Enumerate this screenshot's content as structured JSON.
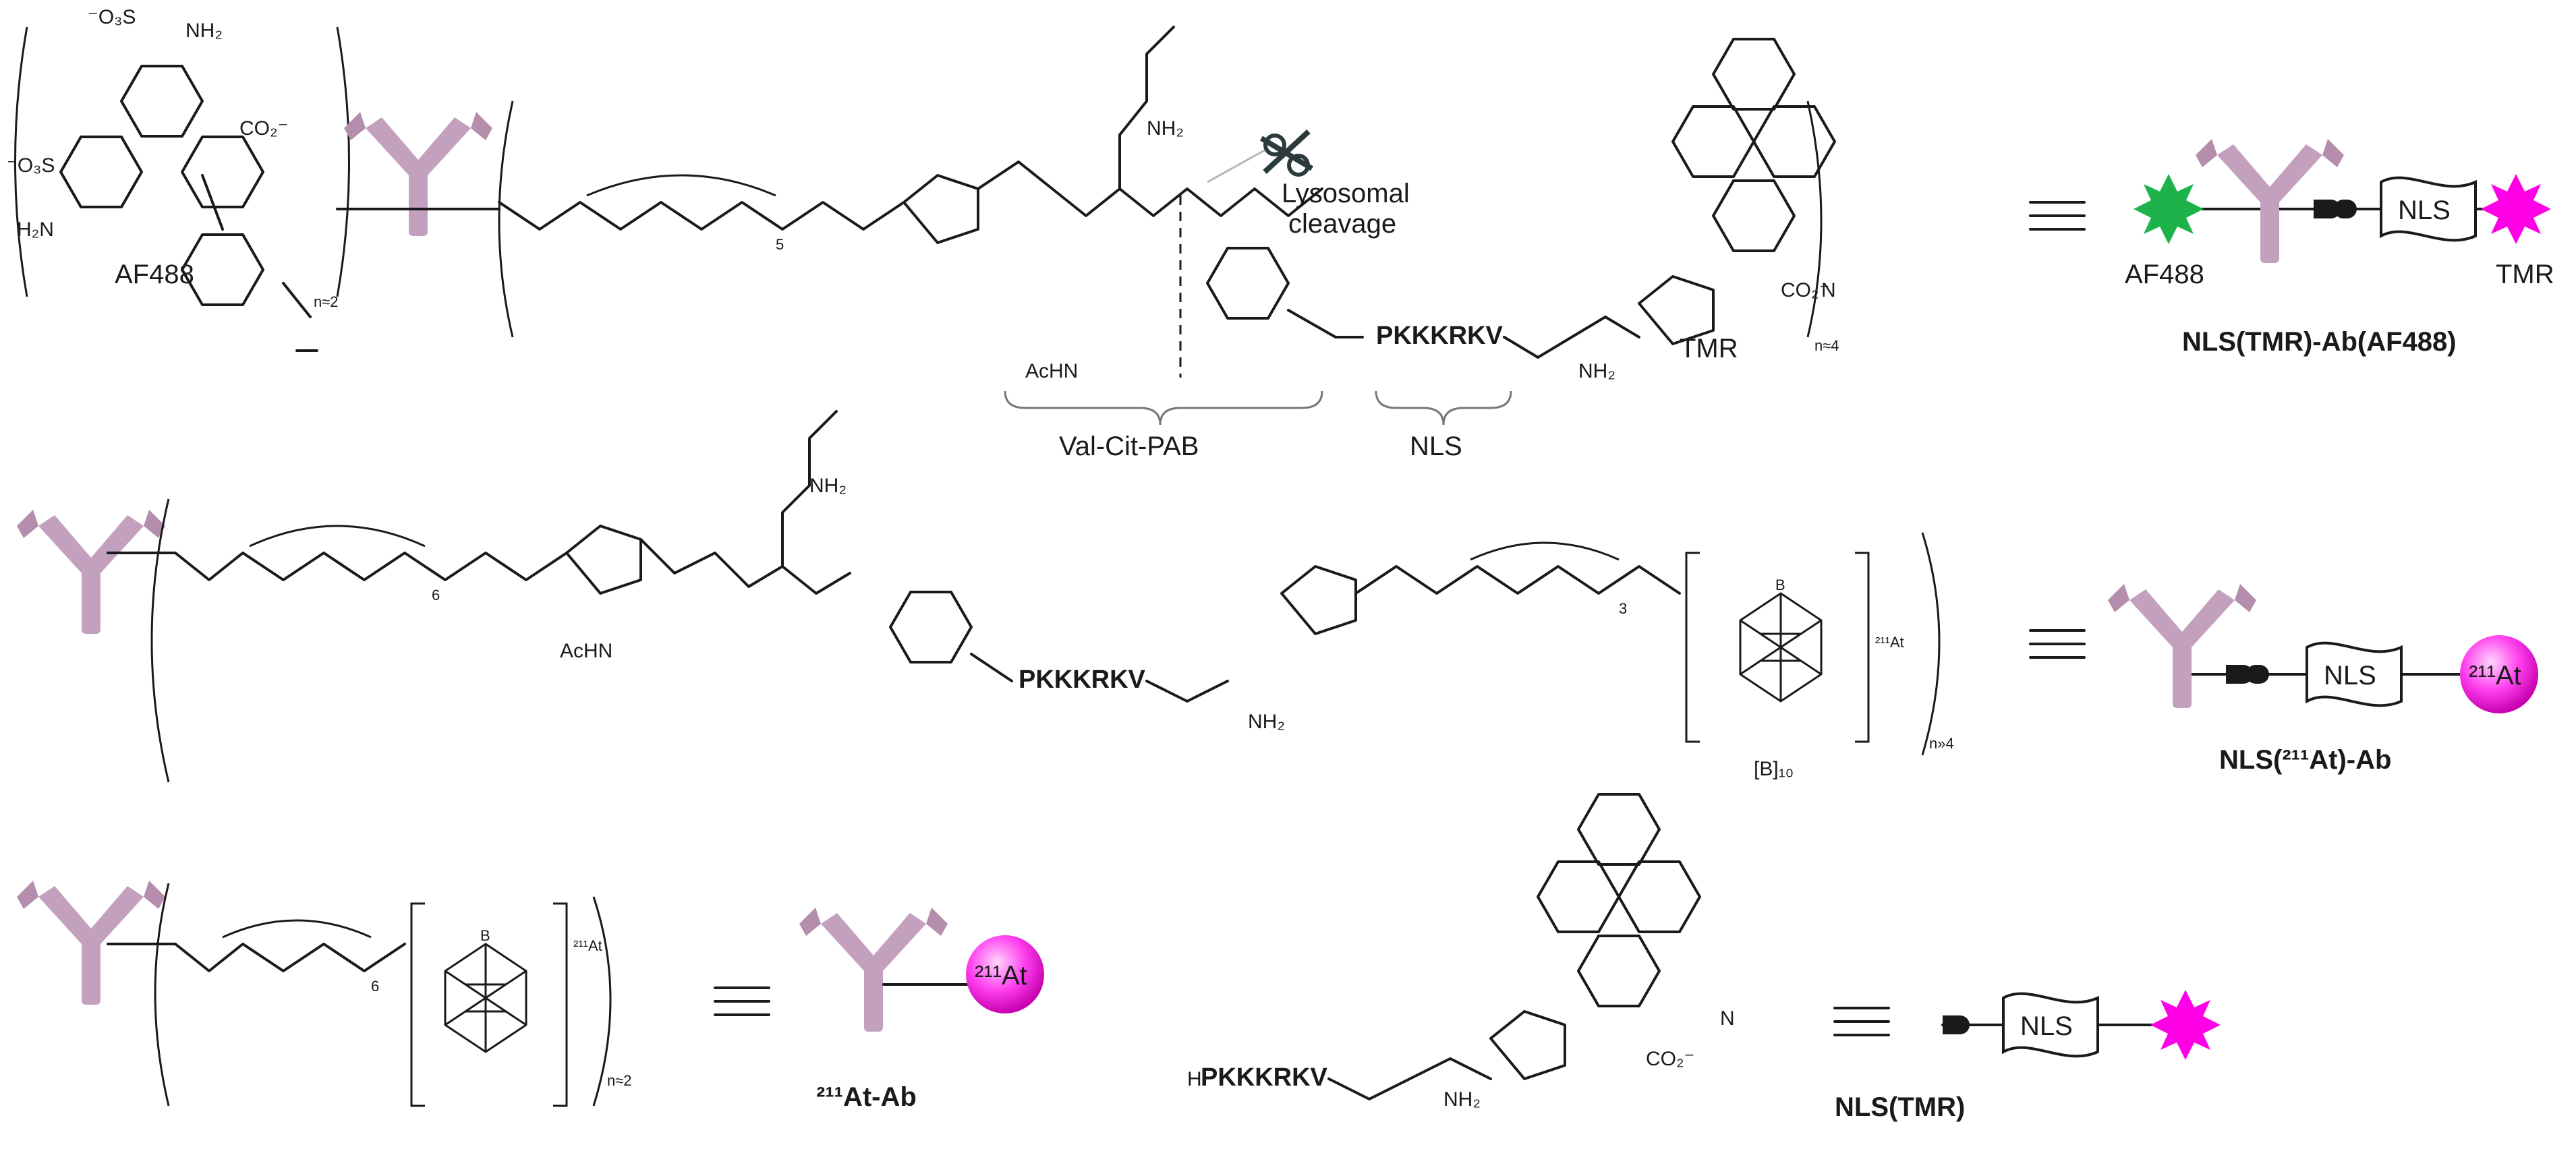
{
  "colors": {
    "antibody": "#c4a0bf",
    "af488_star": "#1db34a",
    "tmr_star": "#ff00e6",
    "astatine_sphere": "#ff40ef",
    "ink": "#1a1a1a"
  },
  "row1": {
    "af488_label": "AF488",
    "af488_n": "n≈2",
    "so3_top": "⁻O₃S",
    "so3_left": "⁻O₃S",
    "nh2_plus": "NH₂",
    "h2n": "H₂N",
    "co2_minus": "CO₂⁻",
    "peg_sub": "5",
    "acnh": "AcHN",
    "urea_nh2": "NH₂",
    "nlys_label": "Lysosomal cleavage",
    "lys_line1": "Lysosomal",
    "lys_line2": "cleavage",
    "peptide": "PKKKRKV",
    "nh2_end": "NH₂",
    "tmr_label": "TMR",
    "co2_tmr": "CO₂⁻",
    "n_plus": "N",
    "n_outer": "n≈4",
    "vcp_label": "Val-Cit-PAB",
    "nls_brace_label": "NLS",
    "schematic_nls": "NLS",
    "schematic_af488": "AF488",
    "schematic_tmr": "TMR",
    "caption": "NLS(TMR)-Ab(AF488)"
  },
  "row2": {
    "peg_sub": "6",
    "acnh": "AcHN",
    "urea_nh2": "NH₂",
    "peptide": "PKKKRKV",
    "nh2_end": "NH₂",
    "peg2_sub": "3",
    "at_label": "²¹¹At",
    "b10_label": "[B]₁₀",
    "n_outer": "n»4",
    "schematic_nls": "NLS",
    "schematic_at": "²¹¹At",
    "caption": "NLS(²¹¹At)-Ab"
  },
  "row3": {
    "peg_sub": "6",
    "at_label": "²¹¹At",
    "n_outer": "n≈2",
    "schematic_at": "²¹¹At",
    "caption_ab": "²¹¹At-Ab",
    "peptide": "PKKKRKV",
    "h_label": "H",
    "nh2_end": "NH₂",
    "co2_tmr": "CO₂⁻",
    "n_plus": "N",
    "schematic_nls": "NLS",
    "caption_nls": "NLS(TMR)"
  },
  "equiv_symbol": "≡",
  "boron_atom": "B"
}
